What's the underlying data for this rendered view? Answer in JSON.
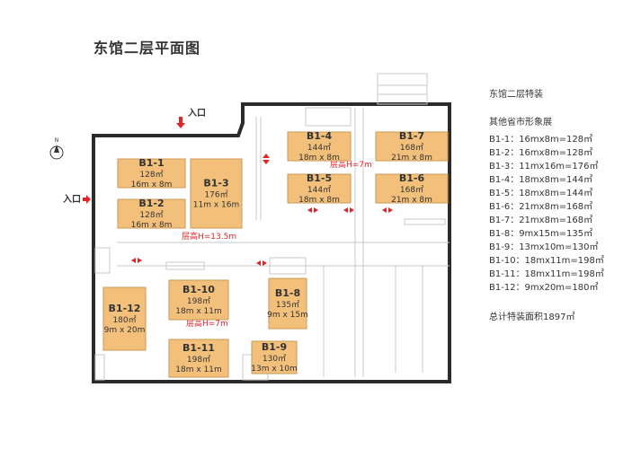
{
  "title": "东馆二层平面图",
  "colors": {
    "booth": "#f3c07c",
    "wall": "#2b2b2b",
    "red": "#e0242a"
  },
  "compass": {
    "label": "N"
  },
  "entrances": [
    {
      "id": "entry-top",
      "label": "入口"
    },
    {
      "id": "entry-left",
      "label": "入口"
    }
  ],
  "heights": [
    {
      "id": "h-upper",
      "label": "层高H=7m"
    },
    {
      "id": "h-main",
      "label": "层高H=13.5m"
    },
    {
      "id": "h-lower",
      "label": "层高H=7m"
    }
  ],
  "booths": [
    {
      "id": "B1-1",
      "area": "128㎡",
      "dim": "16m x 8m"
    },
    {
      "id": "B1-2",
      "area": "128㎡",
      "dim": "16m x 8m"
    },
    {
      "id": "B1-3",
      "area": "176㎡",
      "dim": "11m x 16m"
    },
    {
      "id": "B1-4",
      "area": "144㎡",
      "dim": "18m x 8m"
    },
    {
      "id": "B1-5",
      "area": "144㎡",
      "dim": "18m x 8m"
    },
    {
      "id": "B1-6",
      "area": "168㎡",
      "dim": "21m x 8m"
    },
    {
      "id": "B1-7",
      "area": "168㎡",
      "dim": "21m x 8m"
    },
    {
      "id": "B1-8",
      "area": "135㎡",
      "dim": "9m x 15m"
    },
    {
      "id": "B1-9",
      "area": "130㎡",
      "dim": "13m x 10m"
    },
    {
      "id": "B1-10",
      "area": "198㎡",
      "dim": "18m x 11m"
    },
    {
      "id": "B1-11",
      "area": "198㎡",
      "dim": "18m x 11m"
    },
    {
      "id": "B1-12",
      "area": "180㎡",
      "dim": "9m x 20m"
    }
  ],
  "legend": {
    "title": "东馆二层特装",
    "subtitle": "其他省市形象展",
    "items": [
      "B1-1：16mx8m=128㎡",
      "B1-2：16mx8m=128㎡",
      "B1-3：11mx16m=176㎡",
      "B1-4：18mx8m=144㎡",
      "B1-5：18mx8m=144㎡",
      "B1-6：21mx8m=168㎡",
      "B1-7：21mx8m=168㎡",
      "B1-8：9mx15m=135㎡",
      "B1-9：13mx10m=130㎡",
      "B1-10：18mx11m=198㎡",
      "B1-11：18mx11m=198㎡",
      "B1-12：9mx20m=180㎡"
    ],
    "total": "总计特装面积1897㎡"
  }
}
